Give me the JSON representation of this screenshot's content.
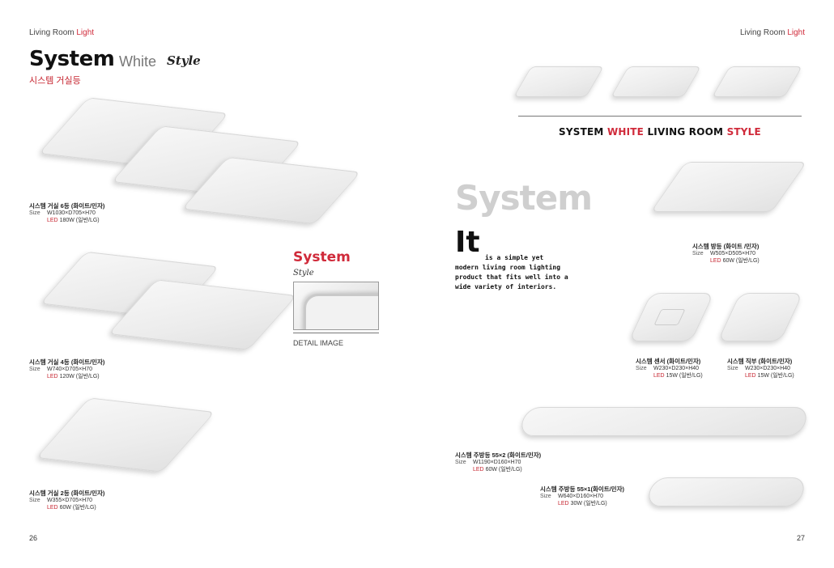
{
  "header": {
    "left": {
      "prefix": "Living Room ",
      "accent": "Light"
    },
    "right": {
      "prefix": "Living Room ",
      "accent": "Light"
    }
  },
  "title": {
    "main": "System",
    "sub": "White",
    "italic": "Style",
    "korean": "시스템 거실등"
  },
  "products": [
    {
      "name": "시스템 거실 6등 (화이트/민자)",
      "size_label": "Size",
      "size": "W1030×D705×H70",
      "led_label": "LED",
      "led": "180W (일반/LG)"
    },
    {
      "name": "시스템 거실 4등 (화이트/민자)",
      "size_label": "Size",
      "size": "W740×D705×H70",
      "led_label": "LED",
      "led": "120W (일반/LG)"
    },
    {
      "name": "시스템 거실 2등 (화이트/민자)",
      "size_label": "Size",
      "size": "W355×D705×H70",
      "led_label": "LED",
      "led": "60W (일반/LG)"
    },
    {
      "name": "시스템 방등 (화이트 /민자)",
      "size_label": "Size",
      "size": "W505×D505×H70",
      "led_label": "LED",
      "led": "60W (일반/LG)"
    },
    {
      "name": "시스템 센서 (화이트/민자)",
      "size_label": "Size",
      "size": "W230×D230×H40",
      "led_label": "LED",
      "led": "15W (일반/LG)"
    },
    {
      "name": "시스템 직부 (화이트/민자)",
      "size_label": "Size",
      "size": "W230×D230×H40",
      "led_label": "LED",
      "led": "15W (일반/LG)"
    },
    {
      "name": "시스템 주방등 55×2 (화이트/민자)",
      "size_label": "Size",
      "size": "W1190×D160×H70",
      "led_label": "LED",
      "led": "60W (일반/LG)"
    },
    {
      "name": "시스템 주방등 55×1(화이트/민자)",
      "size_label": "Size",
      "size": "W640×D160×H70",
      "led_label": "LED",
      "led": "30W (일반/LG)"
    }
  ],
  "detail": {
    "title": "System",
    "style": "Style",
    "label": "DETAIL IMAGE"
  },
  "banner": {
    "part1": "SYSTEM ",
    "part2": "WHITE",
    "part3": " LIVING ROOM ",
    "part4": "STYLE"
  },
  "intro": {
    "big": "System",
    "it": "It",
    "line1": "is a simple yet",
    "line2": "modern living room lighting",
    "line3": "product that fits well into a",
    "line4": "wide variety of interiors."
  },
  "pages": {
    "left": "26",
    "right": "27"
  },
  "colors": {
    "accent": "#d02a3a",
    "text": "#222222",
    "lamp": "#f2f2f2"
  }
}
